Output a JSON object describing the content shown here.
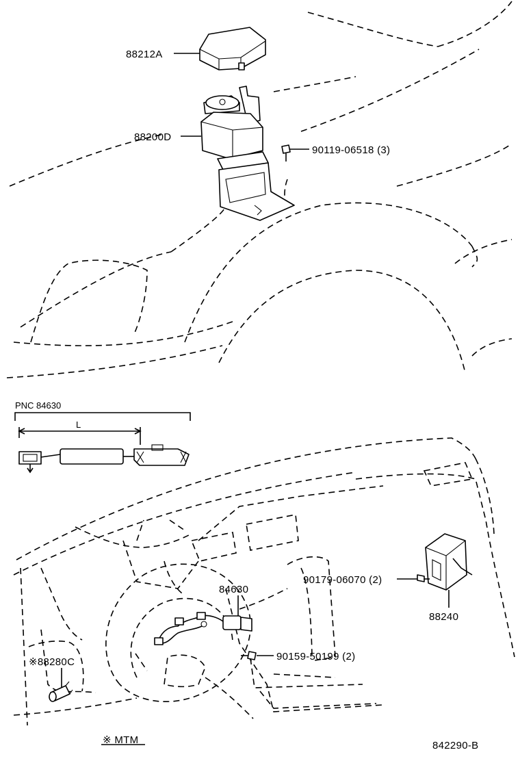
{
  "callouts": {
    "p88212A": "88212A",
    "p88200D": "88200D",
    "p90119": "90119-06518 (3)",
    "pnc": "PNC  84630",
    "dim_l": "L",
    "p84630": "84630",
    "p90179": "90179-06070 (2)",
    "p88240": "88240",
    "p90159": "90159-50199 (2)",
    "p88280C": "※88280C",
    "mtm_note": "※ MTM",
    "figure_id": "842290-B"
  }
}
